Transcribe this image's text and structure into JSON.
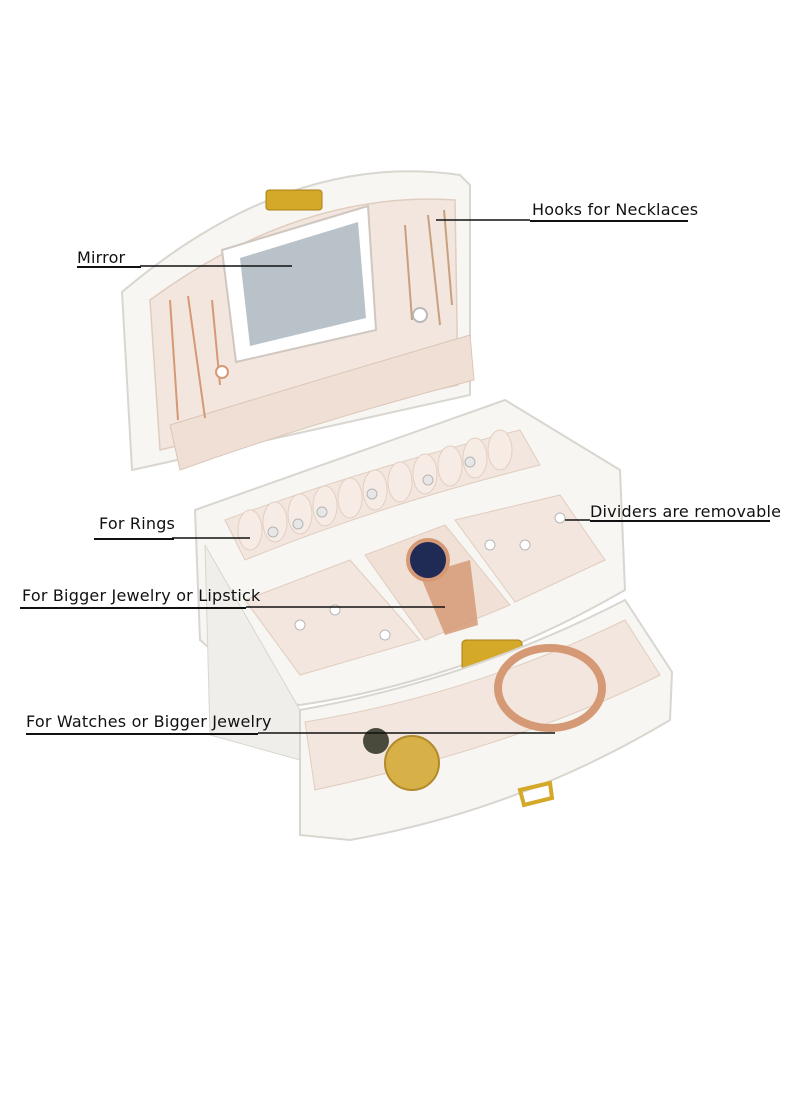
{
  "callouts": {
    "mirror": "Mirror",
    "hooks": "Hooks for Necklaces",
    "rings": "For Rings",
    "dividers": "Dividers are removable",
    "bigger_jewelry": "For Bigger Jewelry or Lipstick",
    "watches": "For Watches or Bigger Jewelry"
  },
  "colors": {
    "box_white": "#f7f6f2",
    "box_shadow": "#e3e1dc",
    "velvet": "#f3e6de",
    "velvet_dark": "#e6d3c7",
    "gold": "#d4a829",
    "rose_gold": "#d59a75",
    "mirror": "#b9c2c8",
    "watch_face": "#1f2b55"
  }
}
